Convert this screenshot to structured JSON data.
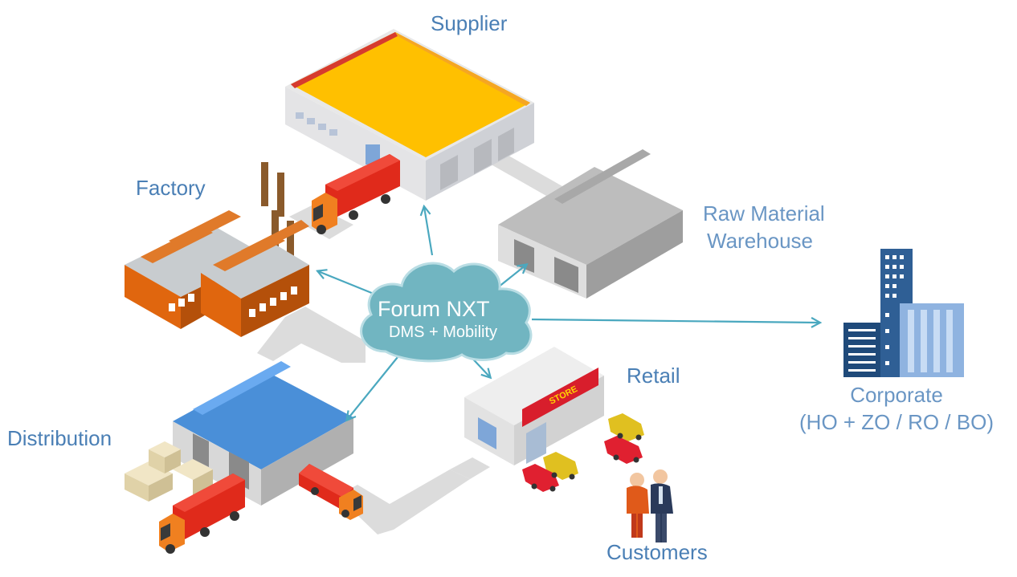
{
  "nodes": {
    "supplier": "Supplier",
    "factory": "Factory",
    "raw_material_line1": "Raw Material",
    "raw_material_line2": "Warehouse",
    "corporate_line1": "Corporate",
    "corporate_line2": "(HO + ZO / RO / BO)",
    "distribution": "Distribution",
    "retail": "Retail",
    "customers": "Customers"
  },
  "hub": {
    "title": "Forum NXT",
    "subtitle": "DMS + Mobility"
  },
  "store_sign": "STORE",
  "colors": {
    "label_text": "#4a7fb5",
    "arrow": "#4aa8bf",
    "cloud": "#6fb3bf",
    "road": "#d9d9d9",
    "truck_red": "#e02a1b",
    "truck_cab": "#f08020",
    "factory_orange": "#e0660e",
    "supplier_roof": "#ffc000",
    "distribution_roof": "#4a8fd8",
    "corporate_building": "#2f5f95"
  }
}
